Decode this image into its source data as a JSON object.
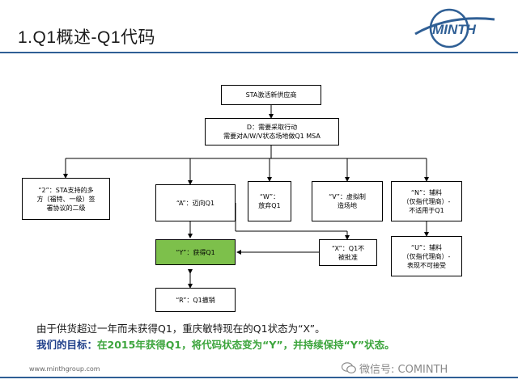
{
  "header": {
    "title": "1.Q1概述-Q1代码",
    "logo_text": "MINTH"
  },
  "nodes": {
    "sta": "STA激活新供应商",
    "d_line1": "D：需要采取行动",
    "d_line2": "需要对A/W/V状态场地做Q1 MSA",
    "n2_l1": "“2”：STA支持的多",
    "n2_l2": "方（福特、一级）签",
    "n2_l3": "署协议的二级",
    "a": "“A”：迈向Q1",
    "w_l1": "“W”：",
    "w_l2": "放弃Q1",
    "v_l1": "“V”：虚拟制",
    "v_l2": "造场地",
    "n_l1": "“N”：辅料",
    "n_l2": "（仅指代理商）-",
    "n_l3": "不适用于Q1",
    "y": "“Y”：获得Q1",
    "x_l1": "“X”：Q1不",
    "x_l2": "被批准",
    "u_l1": "“U”：辅料",
    "u_l2": "（仅指代理商）-",
    "u_l3": "表现不可接受",
    "r": "“R”：Q1撤销"
  },
  "notes": {
    "line1": "由于供货超过一年而未获得Q1，重庆敏特现在的Q1状态为“X”。",
    "line2_prefix": "我们的目标：",
    "line2_body": "在2015年获得Q1，将代码状态变为“Y”，并持续保持“Y”状态。"
  },
  "footer": {
    "url": "www.minthgroup.com",
    "wechat": "微信号: COMINTH"
  },
  "colors": {
    "accent_blue": "#2f5f95",
    "highlight_green": "#7dc04b",
    "goal_blue": "#1f3f8a",
    "goal_green": "#3da53d"
  }
}
